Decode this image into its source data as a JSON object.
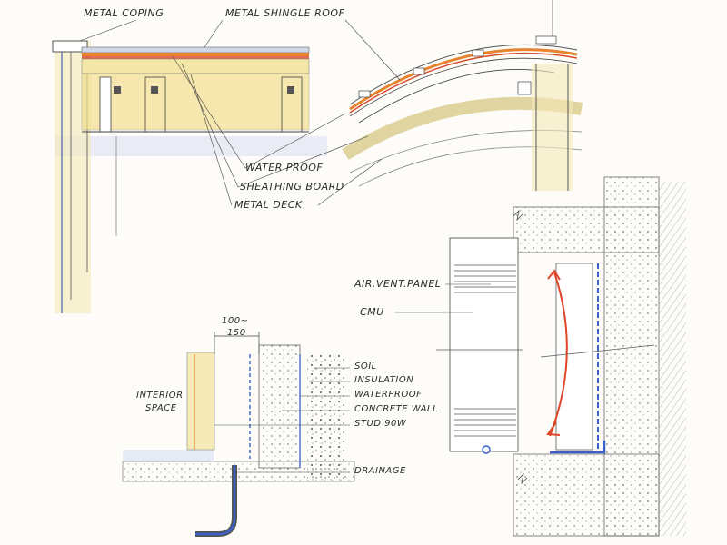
{
  "roof_detail": {
    "metal_coping": "METAL COPING",
    "metal_shingle_roof": "METAL SHINGLE ROOF",
    "water_proof": "WATER PROOF",
    "sheathing_board": "SHEATHING BOARD",
    "metal_deck": "METAL DECK"
  },
  "wall_detail": {
    "dimension_top": "100~",
    "dimension_bottom": "150",
    "interior_space_1": "INTERIOR",
    "interior_space_2": "SPACE",
    "soil": "SOIL",
    "insulation": "INSULATION",
    "waterproof": "WATERPROOF",
    "concrete_wall": "CONCRETE WALL",
    "stud": "STUD 90W",
    "drainage": "DRAINAGE"
  },
  "vent_detail": {
    "air_vent_panel": "AIR.VENT.PANEL",
    "cmu": "CMU"
  },
  "colors": {
    "paper": "#fdfcf8",
    "pencil": "#3a3a3a",
    "wood_yellow": "#f2df8e",
    "roof_orange": "#e8822e",
    "roof_red": "#d94a2a",
    "insulation_blue": "#3a5fc8",
    "airflow_red": "#e0452a",
    "concrete_gray": "#c9c9c9",
    "sky_blue": "#cfd8ef"
  }
}
